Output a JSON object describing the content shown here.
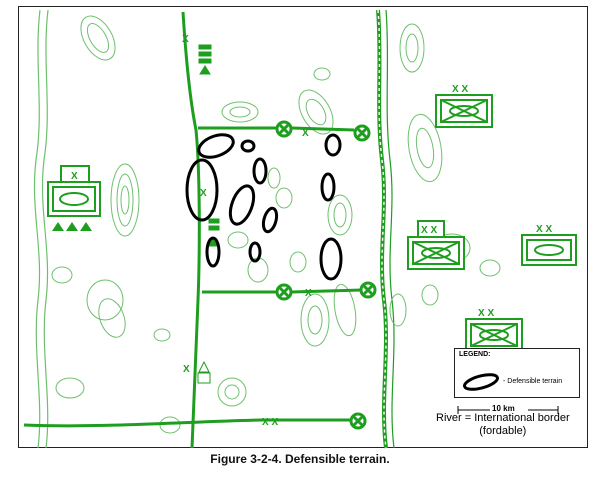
{
  "figure": {
    "caption": "Figure 3-2-4. Defensible terrain.",
    "colors": {
      "unit_green": "#1e9e1e",
      "contour_green": "#6ec06e",
      "terrain_black": "#000000"
    }
  },
  "legend": {
    "title": "LEGEND:",
    "item_label": "- Defensible terrain"
  },
  "scale": {
    "label": "10 km"
  },
  "river_note": {
    "line1": "River = International border",
    "line2": "(fordable)"
  },
  "symbols": {
    "echelon_x": "X",
    "echelon_xx": "X X",
    "unit_left": "X",
    "unit_top_right": "X X",
    "unit_mid_right_a": "X X",
    "unit_mid_right_b": "X X",
    "unit_bottom_right": "X X"
  }
}
